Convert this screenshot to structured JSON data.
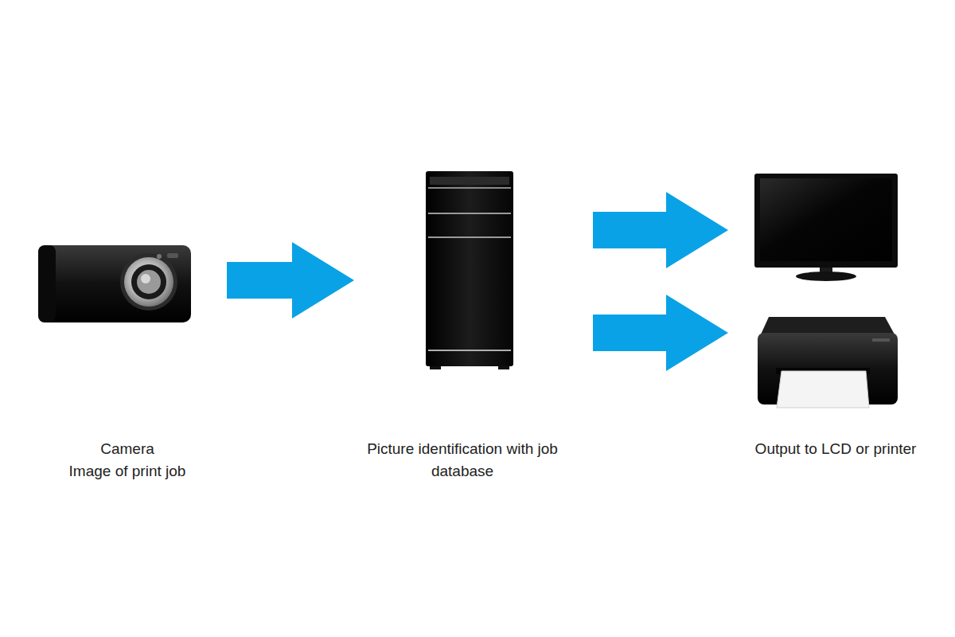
{
  "diagram": {
    "nodes": [
      {
        "text": [
          "Camera",
          "Image of print job"
        ]
      },
      {
        "text": [
          "Picture identification with job database"
        ]
      },
      {
        "text": [
          "Output to LCD or printer"
        ]
      }
    ],
    "edges": [
      {
        "from": 0,
        "to": 1,
        "arrow": "to"
      },
      {
        "from": 1,
        "to": 2,
        "arrow": "to"
      },
      {
        "from": 1,
        "to": 2,
        "arrow": "to"
      }
    ]
  }
}
